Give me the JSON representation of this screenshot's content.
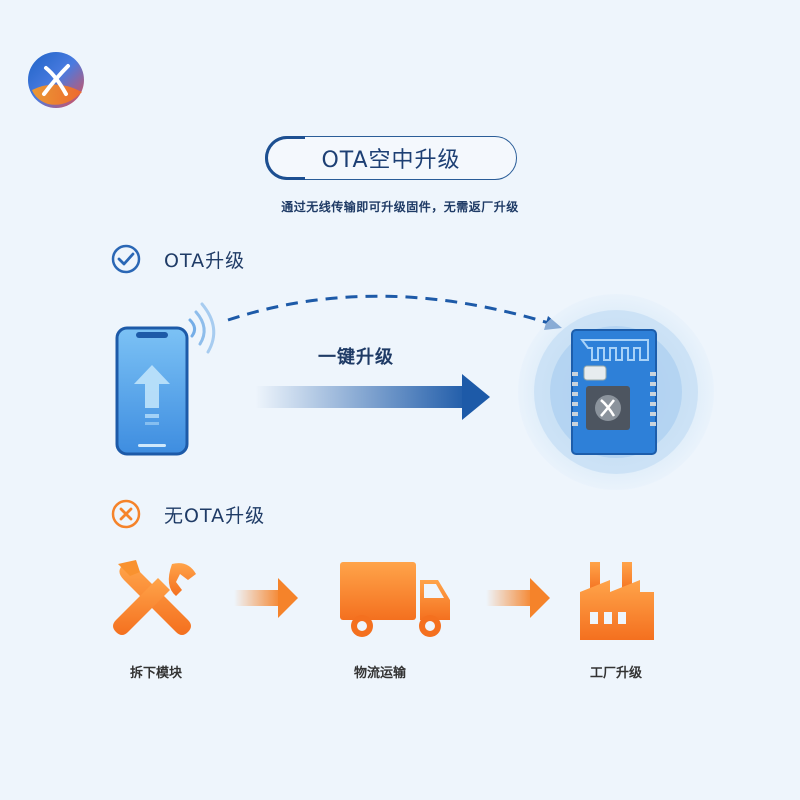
{
  "header": {
    "title": "OTA空中升级",
    "subtitle": "通过无线传输即可升级固件，无需返厂升级"
  },
  "sections": {
    "ota": {
      "label": "OTA升级",
      "icon": "check-circle-icon"
    },
    "no_ota": {
      "label": "无OTA升级",
      "icon": "x-circle-icon"
    }
  },
  "ota_flow": {
    "action_label": "一键升级"
  },
  "no_ota_steps": [
    {
      "label": "拆下模块",
      "icon": "tools-icon"
    },
    {
      "label": "物流运输",
      "icon": "truck-icon"
    },
    {
      "label": "工厂升级",
      "icon": "factory-icon"
    }
  ],
  "colors": {
    "background": "#eef5fc",
    "primary_blue": "#1d5aa8",
    "accent_orange": "#f5832a",
    "text_dark": "#1f3b66"
  }
}
